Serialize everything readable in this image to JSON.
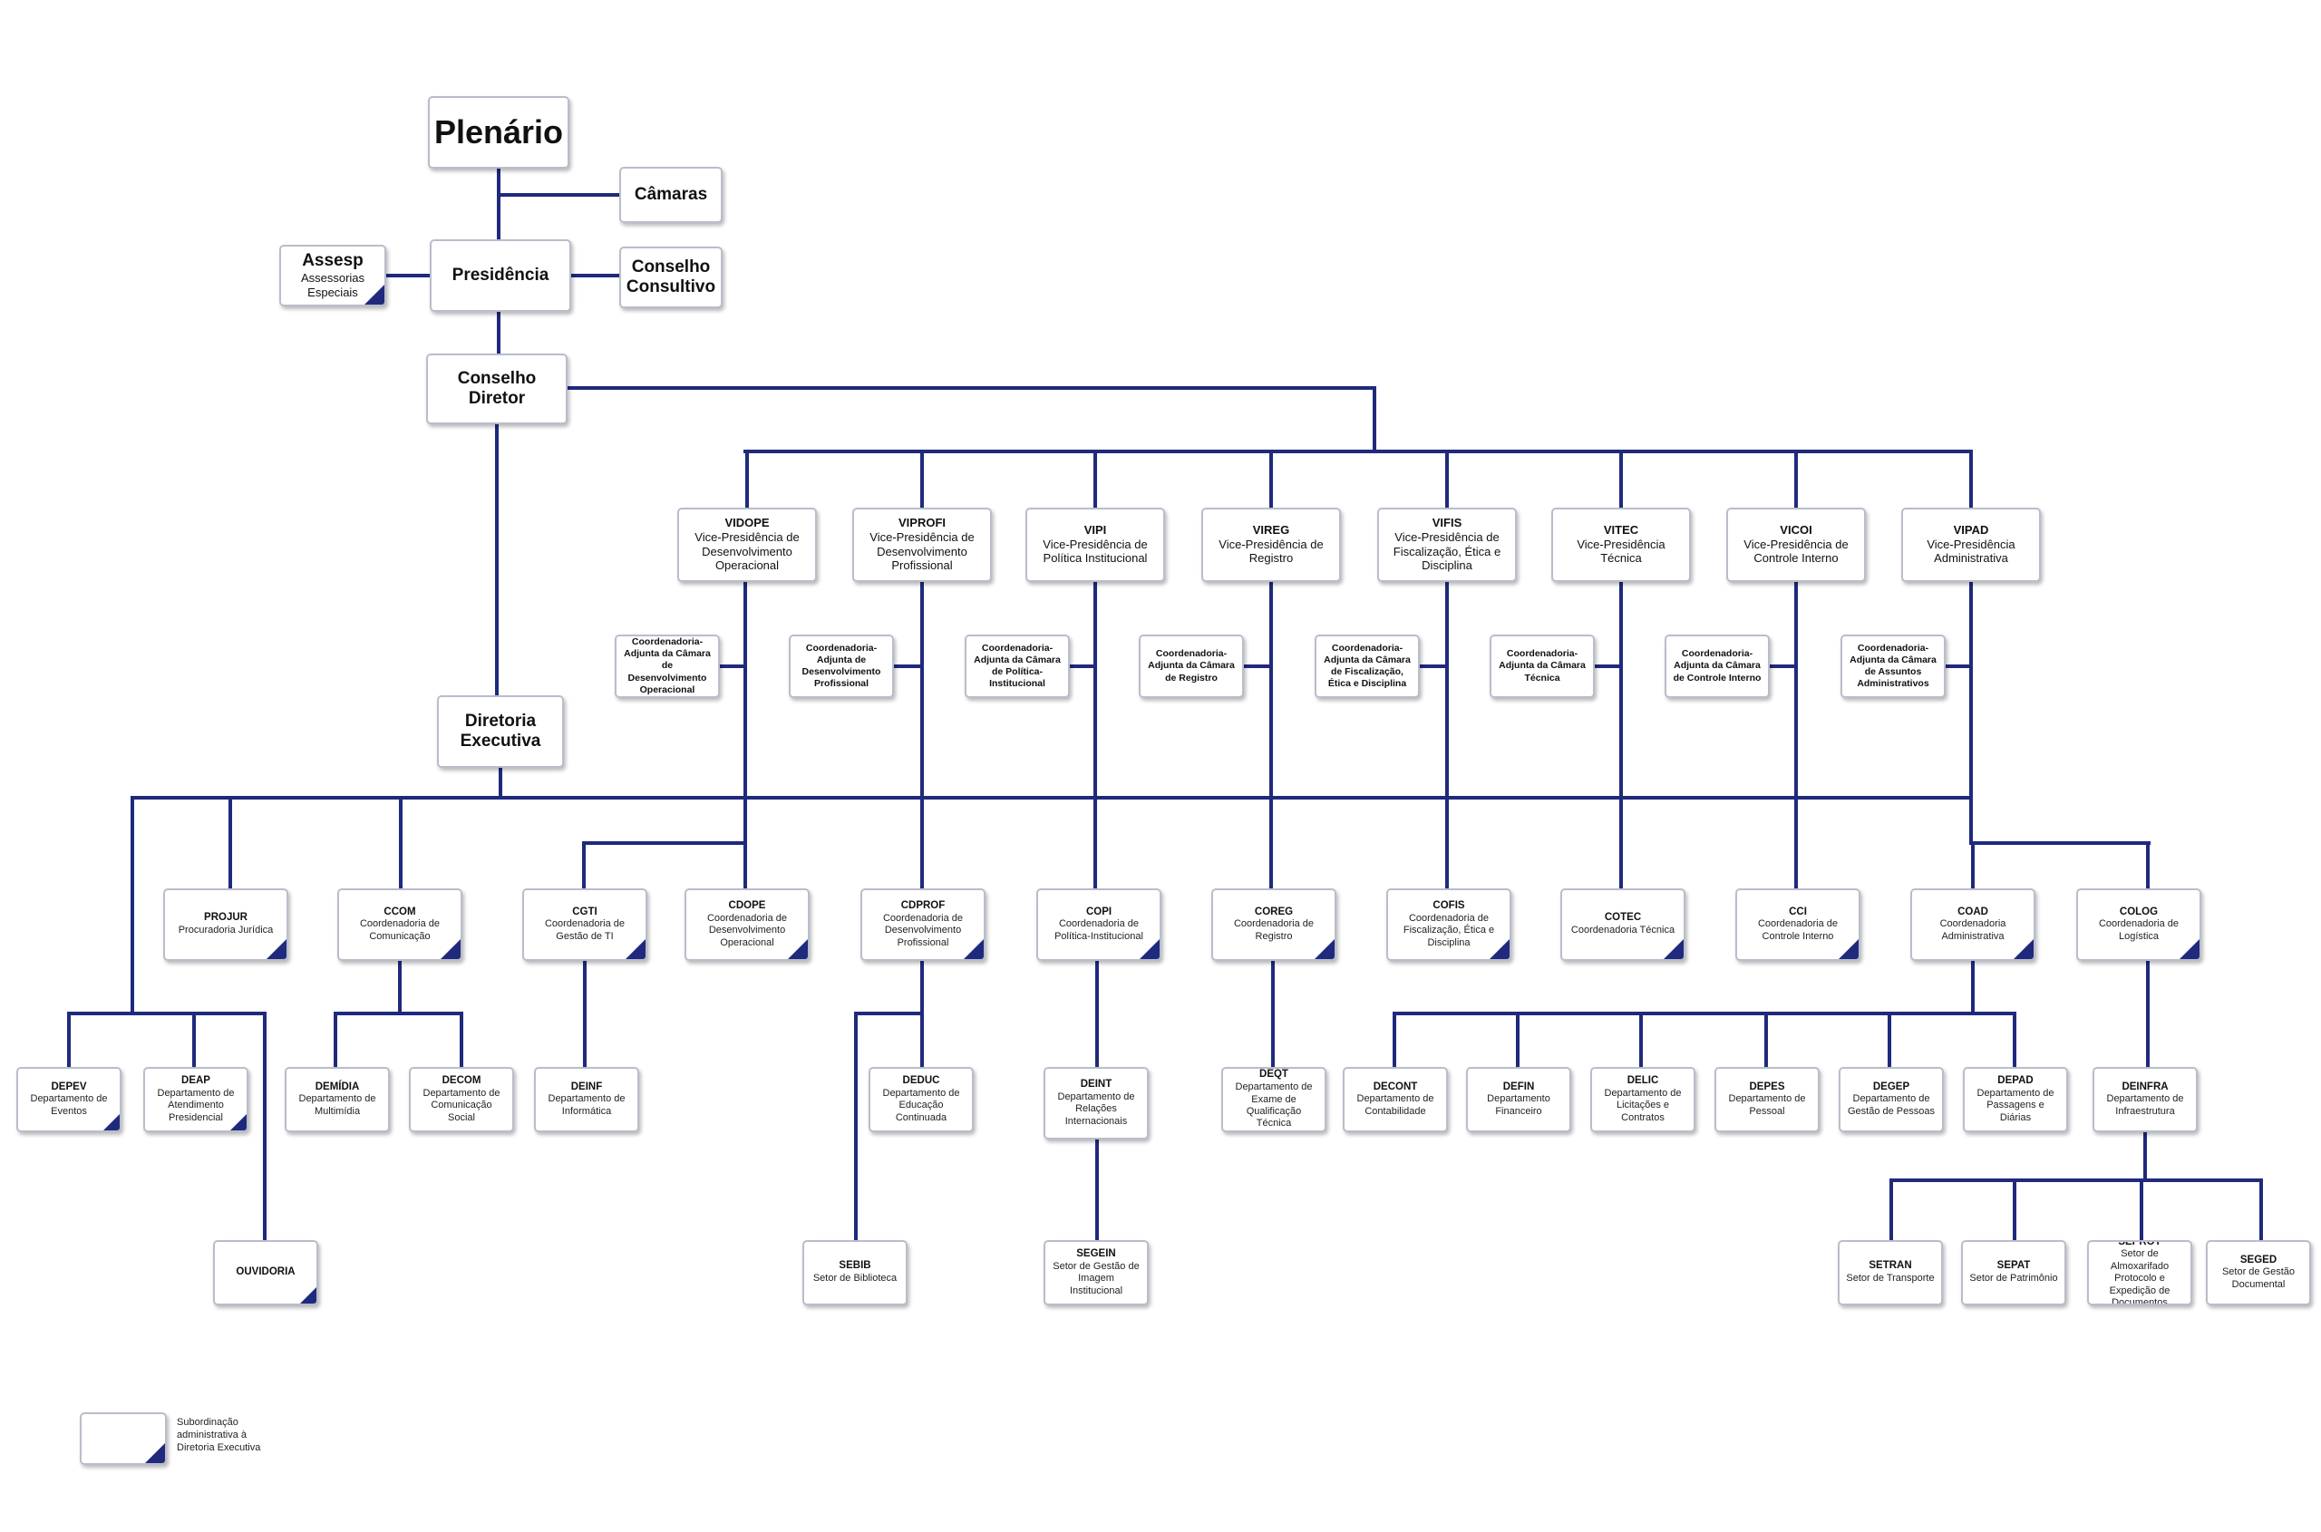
{
  "colors": {
    "line": "#1f2a7d",
    "box_border": "#b9bdcc",
    "corner_marker": "#1f2a7d"
  },
  "chart_data": {
    "type": "org-chart",
    "nodes": [
      {
        "id": "plenario",
        "code": "Plenário",
        "desc": ""
      },
      {
        "id": "camaras",
        "code": "Câmaras",
        "desc": ""
      },
      {
        "id": "presidencia",
        "code": "Presidência",
        "desc": ""
      },
      {
        "id": "assesp",
        "code": "Assesp",
        "desc": "Assessorias Especiais",
        "marker": true
      },
      {
        "id": "conselho_consultivo",
        "code": "Conselho Consultivo",
        "desc": ""
      },
      {
        "id": "conselho_diretor",
        "code": "Conselho Diretor",
        "desc": ""
      },
      {
        "id": "diretoria_executiva",
        "code": "Diretoria Executiva",
        "desc": ""
      },
      {
        "id": "vidope",
        "code": "VIDOPE",
        "desc": "Vice-Presidência de Desenvolvimento Operacional"
      },
      {
        "id": "viprofi",
        "code": "VIPROFI",
        "desc": "Vice-Presidência de Desenvolvimento Profissional"
      },
      {
        "id": "vipi",
        "code": "VIPI",
        "desc": "Vice-Presidência de Política Institucional"
      },
      {
        "id": "vireg",
        "code": "VIREG",
        "desc": "Vice-Presidência de Registro"
      },
      {
        "id": "vifis",
        "code": "VIFIS",
        "desc": "Vice-Presidência de Fiscalização, Ética e Disciplina"
      },
      {
        "id": "vitec",
        "code": "VITEC",
        "desc": "Vice-Presidência Técnica"
      },
      {
        "id": "vicoi",
        "code": "VICOI",
        "desc": "Vice-Presidência de Controle Interno"
      },
      {
        "id": "vipad",
        "code": "VIPAD",
        "desc": "Vice-Presidência Administrativa"
      },
      {
        "id": "ca_vidope",
        "code": "Coordenadoria-Adjunta da Câmara de Desenvolvimento Operacional",
        "desc": ""
      },
      {
        "id": "ca_viprofi",
        "code": "Coordenadoria-Adjunta de Desenvolvimento Profissional",
        "desc": ""
      },
      {
        "id": "ca_vipi",
        "code": "Coordenadoria-Adjunta da Câmara de Política-Institucional",
        "desc": ""
      },
      {
        "id": "ca_vireg",
        "code": "Coordenadoria-Adjunta da Câmara de Registro",
        "desc": ""
      },
      {
        "id": "ca_vifis",
        "code": "Coordenadoria-Adjunta da Câmara de Fiscalização, Ética e Disciplina",
        "desc": ""
      },
      {
        "id": "ca_vitec",
        "code": "Coordenadoria-Adjunta da Câmara Técnica",
        "desc": ""
      },
      {
        "id": "ca_vicoi",
        "code": "Coordenadoria-Adjunta da Câmara de Controle Interno",
        "desc": ""
      },
      {
        "id": "ca_vipad",
        "code": "Coordenadoria-Adjunta da Câmara de Assuntos Administrativos",
        "desc": ""
      },
      {
        "id": "projur",
        "code": "PROJUR",
        "desc": "Procuradoria Jurídica",
        "marker": true
      },
      {
        "id": "ccom",
        "code": "CCOM",
        "desc": "Coordenadoria de Comunicação",
        "marker": true
      },
      {
        "id": "cgti",
        "code": "CGTI",
        "desc": "Coordenadoria de Gestão de TI",
        "marker": true
      },
      {
        "id": "cdope",
        "code": "CDOPE",
        "desc": "Coordenadoria de Desenvolvimento Operacional",
        "marker": true
      },
      {
        "id": "cdprof",
        "code": "CDPROF",
        "desc": "Coordenadoria de Desenvolvimento Profissional",
        "marker": true
      },
      {
        "id": "copi",
        "code": "COPI",
        "desc": "Coordenadoria de Política-Institucional",
        "marker": true
      },
      {
        "id": "coreg",
        "code": "COREG",
        "desc": "Coordenadoria de Registro",
        "marker": true
      },
      {
        "id": "cofis",
        "code": "COFIS",
        "desc": "Coordenadoria de Fiscalização, Ética e Disciplina",
        "marker": true
      },
      {
        "id": "cotec",
        "code": "COTEC",
        "desc": "Coordenadoria Técnica",
        "marker": true
      },
      {
        "id": "cci",
        "code": "CCI",
        "desc": "Coordenadoria de Controle Interno",
        "marker": true
      },
      {
        "id": "coad",
        "code": "COAD",
        "desc": "Coordenadoria Administrativa",
        "marker": true
      },
      {
        "id": "colog",
        "code": "COLOG",
        "desc": "Coordenadoria de Logística",
        "marker": true
      },
      {
        "id": "depev",
        "code": "DEPEV",
        "desc": "Departamento de Eventos",
        "marker": true
      },
      {
        "id": "deap",
        "code": "DEAP",
        "desc": "Departamento de Atendimento Presidencial",
        "marker": true
      },
      {
        "id": "ouvidoria",
        "code": "OUVIDORIA",
        "desc": "",
        "marker": true
      },
      {
        "id": "demidia",
        "code": "DEMÍDIA",
        "desc": "Departamento de Multimídia"
      },
      {
        "id": "decom",
        "code": "DECOM",
        "desc": "Departamento de Comunicação Social"
      },
      {
        "id": "deinf",
        "code": "DEINF",
        "desc": "Departamento de Informática"
      },
      {
        "id": "deduc",
        "code": "DEDUC",
        "desc": "Departamento de Educação Continuada"
      },
      {
        "id": "sebib",
        "code": "SEBIB",
        "desc": "Setor de Biblioteca"
      },
      {
        "id": "deint",
        "code": "DEINT",
        "desc": "Departamento de Relações Internacionais"
      },
      {
        "id": "segein",
        "code": "SEGEIN",
        "desc": "Setor de Gestão de Imagem Institucional"
      },
      {
        "id": "deqt",
        "code": "DEQT",
        "desc": "Departamento de Exame de Qualificação Técnica"
      },
      {
        "id": "decont",
        "code": "DECONT",
        "desc": "Departamento de Contabilidade"
      },
      {
        "id": "defin",
        "code": "DEFIN",
        "desc": "Departamento Financeiro"
      },
      {
        "id": "delic",
        "code": "DELIC",
        "desc": "Departamento de Licitações e Contratos"
      },
      {
        "id": "depes",
        "code": "DEPES",
        "desc": "Departamento de Pessoal"
      },
      {
        "id": "degep",
        "code": "DEGEP",
        "desc": "Departamento de Gestão de Pessoas"
      },
      {
        "id": "depad",
        "code": "DEPAD",
        "desc": "Departamento de Passagens e Diárias"
      },
      {
        "id": "deinfra",
        "code": "DEINFRA",
        "desc": "Departamento de Infraestrutura"
      },
      {
        "id": "setran",
        "code": "SETRAN",
        "desc": "Setor de Transporte"
      },
      {
        "id": "sepat",
        "code": "SEPAT",
        "desc": "Setor de Patrimônio"
      },
      {
        "id": "seprot",
        "code": "SEPROT",
        "desc": "Setor de Almoxarifado Protocolo e Expedição de Documentos"
      },
      {
        "id": "seged",
        "code": "SEGED",
        "desc": "Setor de Gestão Documental"
      }
    ],
    "edges": [
      [
        "plenario",
        "camaras"
      ],
      [
        "plenario",
        "presidencia"
      ],
      [
        "presidencia",
        "assesp"
      ],
      [
        "presidencia",
        "conselho_consultivo"
      ],
      [
        "presidencia",
        "conselho_diretor"
      ],
      [
        "conselho_diretor",
        "diretoria_executiva"
      ],
      [
        "conselho_diretor",
        "vidope"
      ],
      [
        "conselho_diretor",
        "viprofi"
      ],
      [
        "conselho_diretor",
        "vipi"
      ],
      [
        "conselho_diretor",
        "vireg"
      ],
      [
        "conselho_diretor",
        "vifis"
      ],
      [
        "conselho_diretor",
        "vitec"
      ],
      [
        "conselho_diretor",
        "vicoi"
      ],
      [
        "conselho_diretor",
        "vipad"
      ],
      [
        "vidope",
        "ca_vidope"
      ],
      [
        "viprofi",
        "ca_viprofi"
      ],
      [
        "vipi",
        "ca_vipi"
      ],
      [
        "vireg",
        "ca_vireg"
      ],
      [
        "vifis",
        "ca_vifis"
      ],
      [
        "vitec",
        "ca_vitec"
      ],
      [
        "vicoi",
        "ca_vicoi"
      ],
      [
        "vipad",
        "ca_vipad"
      ],
      [
        "vidope",
        "cdope"
      ],
      [
        "viprofi",
        "cdprof"
      ],
      [
        "vipi",
        "copi"
      ],
      [
        "vireg",
        "coreg"
      ],
      [
        "vifis",
        "cofis"
      ],
      [
        "vitec",
        "cotec"
      ],
      [
        "vicoi",
        "cci"
      ],
      [
        "vipad",
        "coad"
      ],
      [
        "vipad",
        "colog"
      ],
      [
        "diretoria_executiva",
        "projur"
      ],
      [
        "diretoria_executiva",
        "ccom"
      ],
      [
        "diretoria_executiva",
        "cgti"
      ],
      [
        "diretoria_executiva",
        "cdope"
      ],
      [
        "diretoria_executiva",
        "depev"
      ],
      [
        "diretoria_executiva",
        "deap"
      ],
      [
        "diretoria_executiva",
        "ouvidoria"
      ],
      [
        "ccom",
        "demidia"
      ],
      [
        "ccom",
        "decom"
      ],
      [
        "cgti",
        "deinf"
      ],
      [
        "cdprof",
        "deduc"
      ],
      [
        "cdprof",
        "sebib"
      ],
      [
        "copi",
        "deint"
      ],
      [
        "deint",
        "segein"
      ],
      [
        "coreg",
        "deqt"
      ],
      [
        "coad",
        "decont"
      ],
      [
        "coad",
        "defin"
      ],
      [
        "coad",
        "delic"
      ],
      [
        "coad",
        "depes"
      ],
      [
        "coad",
        "degep"
      ],
      [
        "coad",
        "depad"
      ],
      [
        "colog",
        "deinfra"
      ],
      [
        "deinfra",
        "setran"
      ],
      [
        "deinfra",
        "sepat"
      ],
      [
        "deinfra",
        "seprot"
      ],
      [
        "deinfra",
        "seged"
      ]
    ]
  },
  "legend": {
    "text": "Subordinação administrativa à Diretoria Executiva"
  }
}
